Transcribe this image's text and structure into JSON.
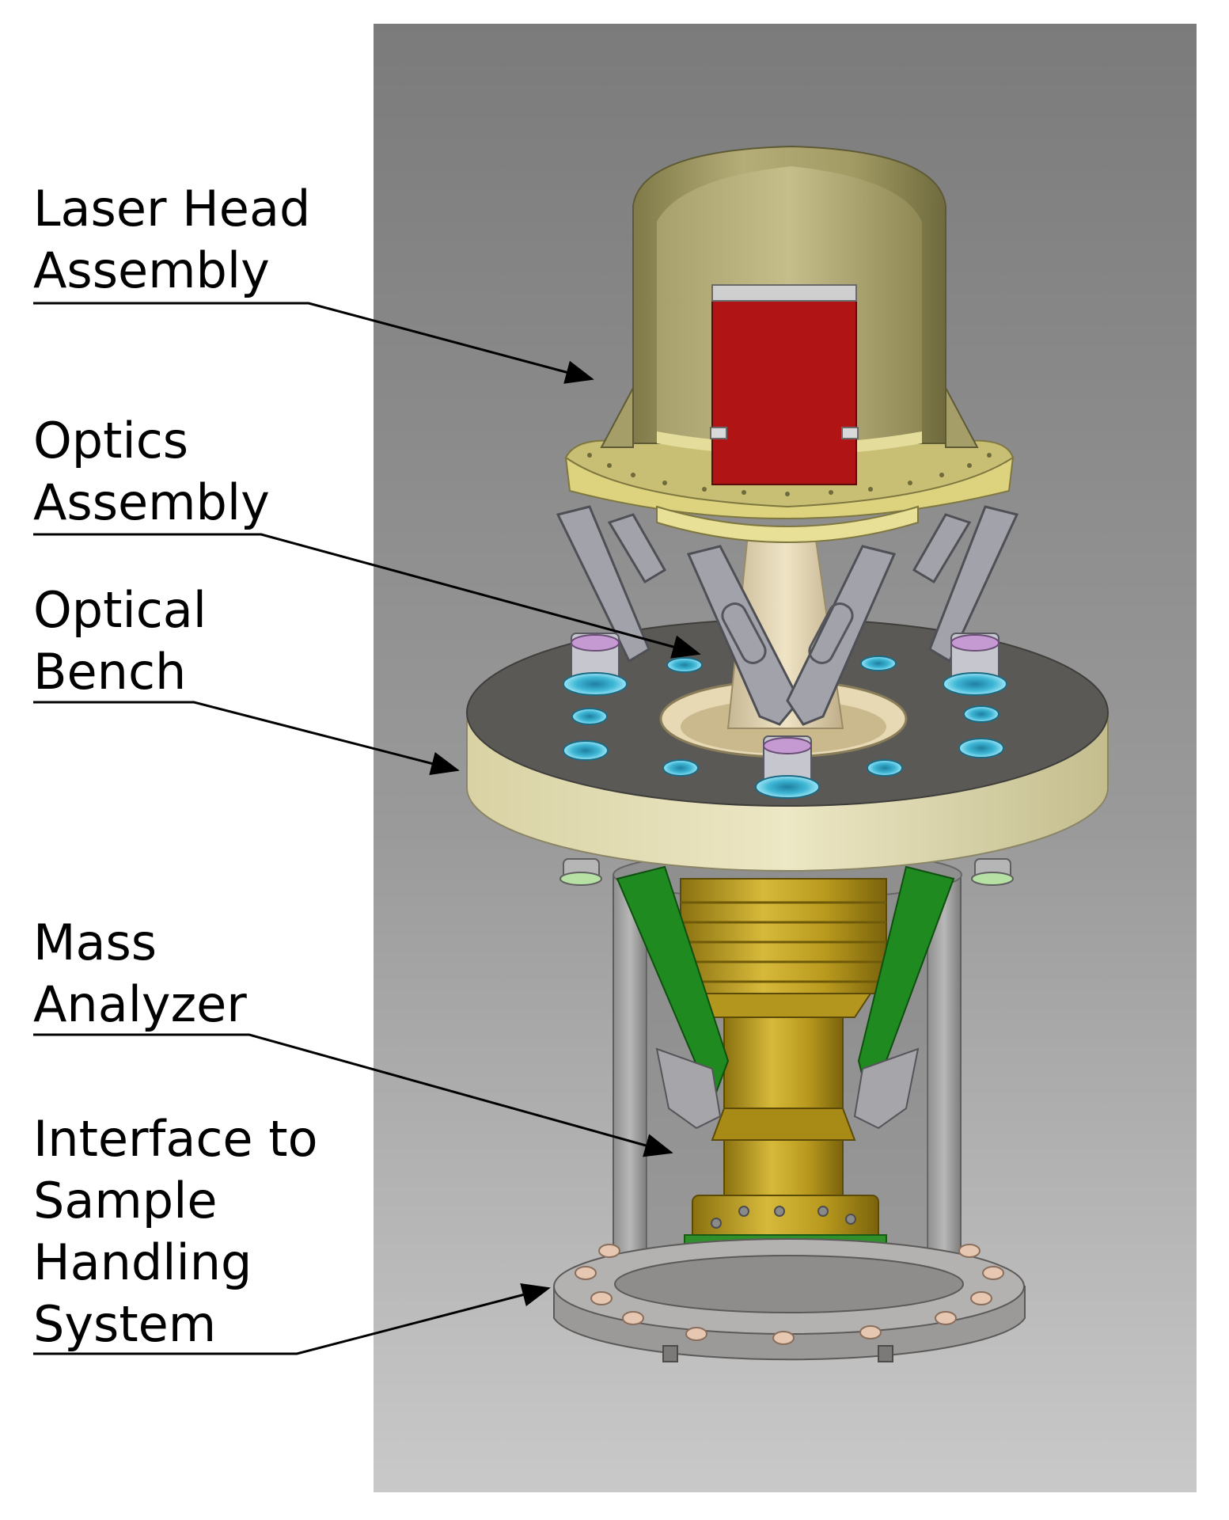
{
  "labels": {
    "laser_head": [
      "Laser Head",
      "Assembly"
    ],
    "optics": [
      "Optics",
      "Assembly"
    ],
    "bench": [
      "Optical",
      "Bench"
    ],
    "mass": [
      "Mass",
      "Analyzer"
    ],
    "interface": [
      "Interface to",
      "Sample",
      "Handling",
      "System"
    ]
  },
  "colors": {
    "background_panel": "#8c8c8c",
    "laser_housing": "#a49c63",
    "laser_box": "#b01414",
    "optical_bench_top": "#5a5955",
    "optical_bench_side": "#dcd8b0",
    "mass_analyzer": "#b89a1c",
    "circuit_boards": "#1f8a1f",
    "mounting_holes": "#3fb7d6",
    "struts": "#9a9aa2",
    "base_ring": "#a9a7a6"
  }
}
